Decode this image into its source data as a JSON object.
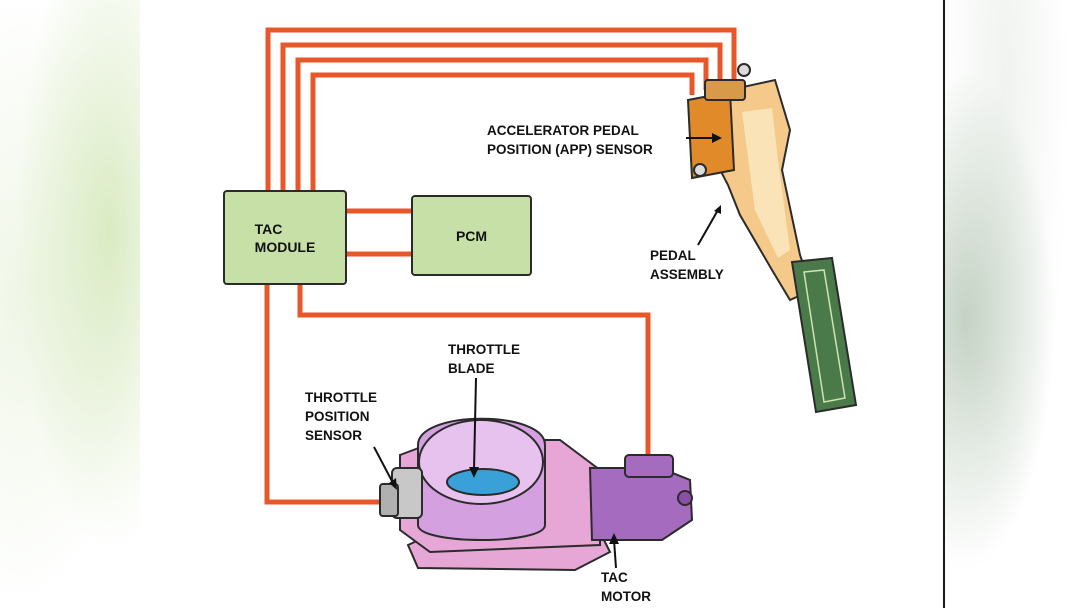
{
  "diagram": {
    "boxes": {
      "tac_module": {
        "line1": "TAC",
        "line2": "MODULE"
      },
      "pcm": "PCM"
    },
    "labels": {
      "app_sensor": {
        "line1": "ACCELERATOR PEDAL",
        "line2": "POSITION (APP) SENSOR"
      },
      "pedal_assembly": {
        "line1": "PEDAL",
        "line2": "ASSEMBLY"
      },
      "throttle_blade": {
        "line1": "THROTTLE",
        "line2": "BLADE"
      },
      "throttle_position_sensor": {
        "line1": "THROTTLE",
        "line2": "POSITION",
        "line3": "SENSOR"
      },
      "tac_motor": {
        "line1": "TAC",
        "line2": "MOTOR"
      }
    },
    "colors": {
      "wire": "#e8572a",
      "box_fill": "#c6e0a8",
      "pedal": "#f4c98a",
      "throttle_body": "#e6a6d6",
      "motor": "#a56bbf",
      "pad": "#4a7a4a",
      "blade": "#3aa0d8",
      "connector": "#e08a2a"
    }
  }
}
